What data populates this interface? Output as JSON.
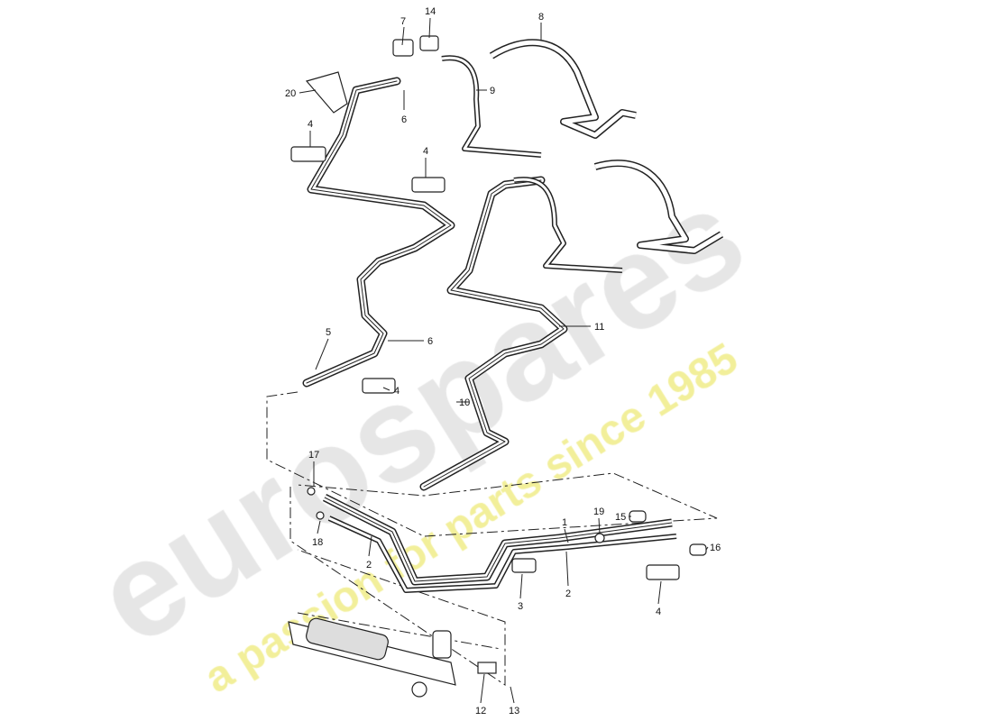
{
  "watermark": {
    "brand": "eurospares",
    "tagline": "a passion for parts since 1985",
    "brand_color": "#e6e6e6",
    "tagline_color": "#f2ef9a"
  },
  "callouts": [
    {
      "id": "c7",
      "text": "7"
    },
    {
      "id": "c14",
      "text": "14"
    },
    {
      "id": "c8",
      "text": "8"
    },
    {
      "id": "c9",
      "text": "9"
    },
    {
      "id": "c20",
      "text": "20"
    },
    {
      "id": "c6a",
      "text": "6"
    },
    {
      "id": "c4a",
      "text": "4"
    },
    {
      "id": "c4b",
      "text": "4"
    },
    {
      "id": "c5",
      "text": "5"
    },
    {
      "id": "c6b",
      "text": "6"
    },
    {
      "id": "c11",
      "text": "11"
    },
    {
      "id": "c4c",
      "text": "4"
    },
    {
      "id": "c10",
      "text": "10"
    },
    {
      "id": "c17",
      "text": "17"
    },
    {
      "id": "c18",
      "text": "18"
    },
    {
      "id": "c2a",
      "text": "2"
    },
    {
      "id": "c1",
      "text": "1"
    },
    {
      "id": "c19",
      "text": "19"
    },
    {
      "id": "c15",
      "text": "15"
    },
    {
      "id": "c16",
      "text": "16"
    },
    {
      "id": "c3",
      "text": "3"
    },
    {
      "id": "c2b",
      "text": "2"
    },
    {
      "id": "c4d",
      "text": "4"
    },
    {
      "id": "c12",
      "text": "12"
    },
    {
      "id": "c13",
      "text": "13"
    }
  ]
}
